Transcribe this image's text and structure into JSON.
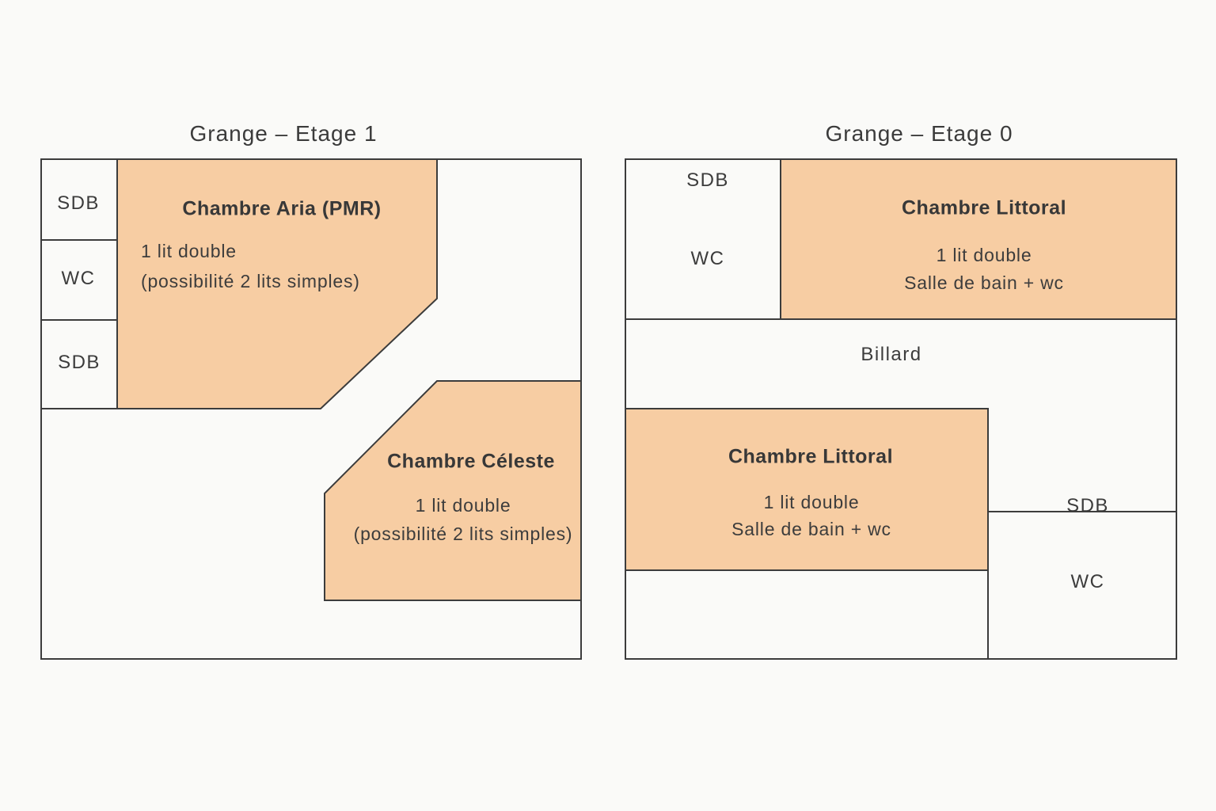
{
  "colors": {
    "background": "#fafaf8",
    "room_base": "#fcfcfb",
    "room_highlight": "#f7cda3",
    "wall": "#3c3c3c",
    "text": "#3c3c3c"
  },
  "floor1": {
    "title": "Grange – Etage 1",
    "rooms": {
      "sdb_top": "SDB",
      "wc": "WC",
      "sdb_bottom": "SDB",
      "aria": {
        "name": "Chambre Aria (PMR)",
        "line1": "1 lit double",
        "line2": "(possibilité 2 lits simples)"
      },
      "celeste": {
        "name": "Chambre Céleste",
        "line1": "1 lit double",
        "line2": "(possibilité 2 lits simples)"
      }
    }
  },
  "floor0": {
    "title": "Grange – Etage 0",
    "rooms": {
      "sdbwc_top": {
        "line1": "SDB",
        "line2": "WC"
      },
      "littoral_top": {
        "name": "Chambre Littoral",
        "line1": "1 lit double",
        "line2": "Salle de bain + wc"
      },
      "billard": "Billard",
      "littoral_bottom": {
        "name": "Chambre Littoral",
        "line1": "1 lit double",
        "line2": "Salle de bain + wc"
      },
      "sdbwc_bottom": {
        "line1": "SDB",
        "line2": "WC"
      }
    }
  }
}
